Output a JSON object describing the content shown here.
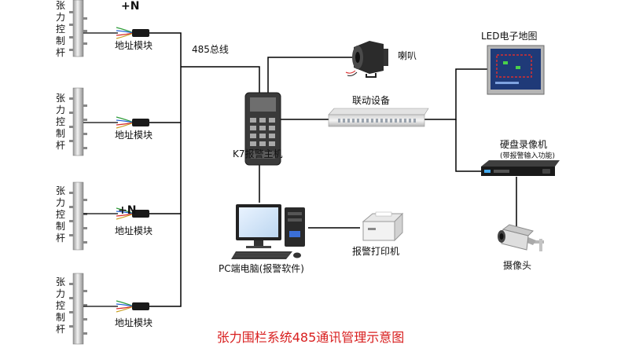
{
  "pole_label": "张力控制杆",
  "module_label": "地址模块",
  "plus_n": "+N",
  "bus_label": "485总线",
  "host_label": "K7报警主机",
  "speaker_label": "喇叭",
  "linkage_label": "联动设备",
  "led_label": "LED电子地图",
  "dvr_label": "硬盘录像机",
  "dvr_sublabel": "(带报警输入功能)",
  "camera_label": "摄像头",
  "pc_label": "PC端电脑(报警软件)",
  "printer_label": "报警打印机",
  "diagram_title": "张力围栏系统485通讯管理示意图"
}
